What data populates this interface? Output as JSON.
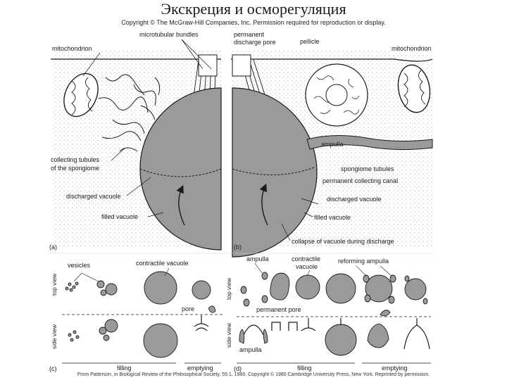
{
  "header": {
    "title": "Экскреция и осморегуляция",
    "copyright": "Copyright © The McGraw-Hill Companies, Inc. Permission required for reproduction or display."
  },
  "panel_a": {
    "letter": "(a)",
    "mitochondrion": "mitochondrion",
    "microtubular_bundles": "microtubular bundles",
    "collecting_tubules_1": "collecting tubules",
    "collecting_tubules_2": "of the spongiome",
    "discharged_vacuole": "discharged vacuole",
    "filled_vacuole": "filled vacuole"
  },
  "panel_b": {
    "letter": "(b)",
    "permanent_discharge_pore_1": "permanent",
    "permanent_discharge_pore_2": "discharge pore",
    "pellicle": "pellicle",
    "mitochondrion": "mitochondrion",
    "ampulla": "ampulla",
    "spongiome_tubules": "spongiome tubules",
    "permanent_collecting_canal": "permanent collecting canal",
    "discharged_vacuole": "discharged vacuole",
    "filled_vacuole": "filled vacuole",
    "collapse": "collapse of vacuole during discharge"
  },
  "panel_c": {
    "letter": "(c)",
    "vesicles": "vesicles",
    "contractile_vacuole": "contractile vacuole",
    "pore": "pore",
    "top_view": "top view",
    "side_view": "side view",
    "filling": "filling",
    "emptying": "emptying"
  },
  "panel_d": {
    "letter": "(d)",
    "ampulla_top": "ampulla",
    "contractile_1": "contractile",
    "contractile_2": "vacuole",
    "reforming_ampulla": "reforming ampulla",
    "permanent_pore": "permanent pore",
    "ampulla_bottom": "ampulla",
    "top_view": "top view",
    "side_view": "side view",
    "filling": "filling",
    "emptying": "emptying"
  },
  "footer": {
    "credit": "From Patterson, in Biological Review of the Philosophical Society, 55:1, 1980. Copyright © 1980 Cambridge University Press, New York. Reprinted by permission."
  },
  "colors": {
    "vacuole_fill": "#9a9a9a",
    "ink": "#1a1a1a",
    "stipple": "#c9c9c9"
  }
}
